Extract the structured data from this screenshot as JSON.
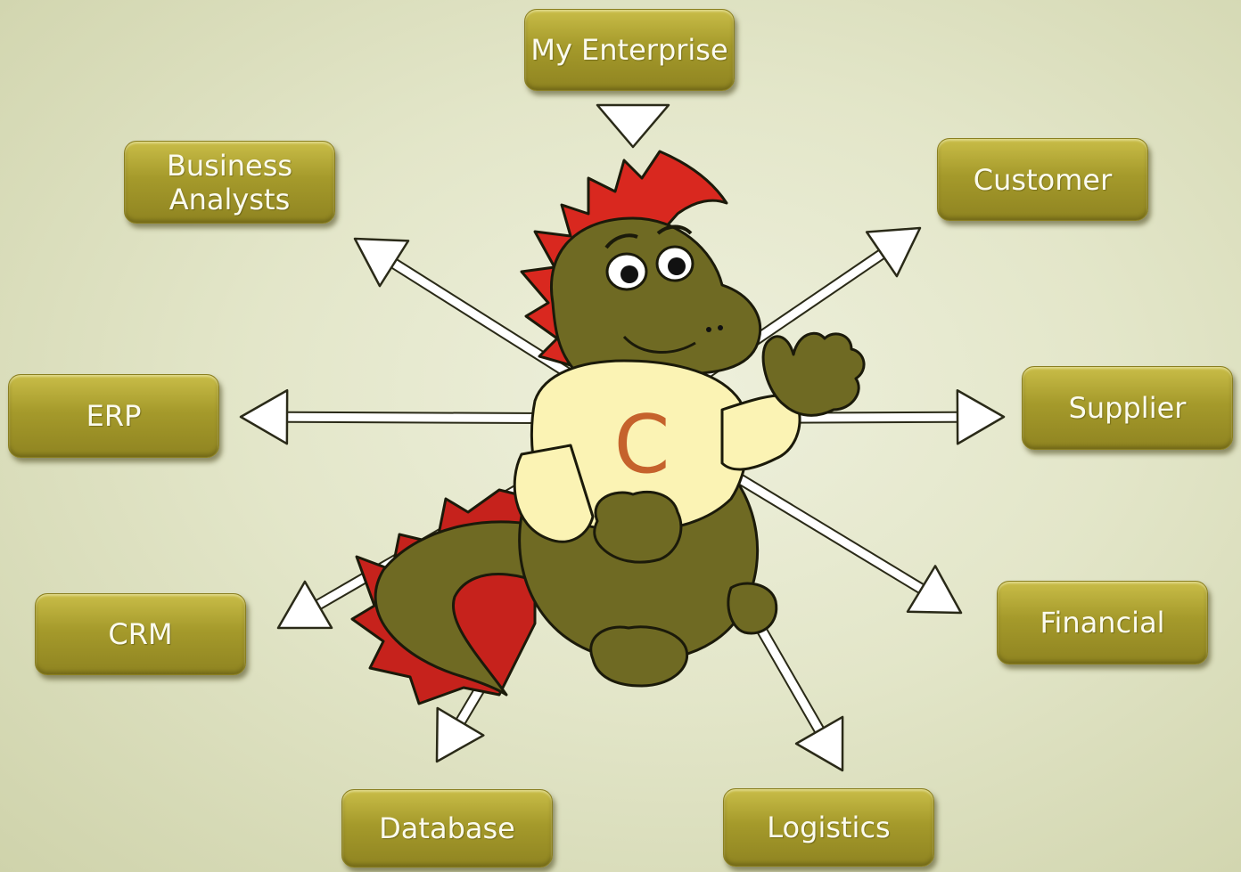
{
  "center": {
    "mascot_name": "dinosaur mascot",
    "shirt_letter": "C",
    "colors": {
      "body": "#6f6a23",
      "crest": "#d9281f",
      "shirt": "#fbf3b4",
      "letter": "#c5622c"
    }
  },
  "inbound": {
    "from": "My Enterprise"
  },
  "outbound": [
    "Business Analysts",
    "Customer",
    "ERP",
    "Supplier",
    "CRM",
    "Financial",
    "Database",
    "Logistics"
  ],
  "nodes": {
    "my_enterprise": "My Enterprise",
    "business_analysts": "Business\nAnalysts",
    "customer": "Customer",
    "erp": "ERP",
    "supplier": "Supplier",
    "crm": "CRM",
    "financial": "Financial",
    "database": "Database",
    "logistics": "Logistics"
  },
  "node_colors": {
    "top": "#c9bd48",
    "bottom": "#8f8421",
    "text": "#fbfbee"
  },
  "arrow_color": "#ffffff"
}
